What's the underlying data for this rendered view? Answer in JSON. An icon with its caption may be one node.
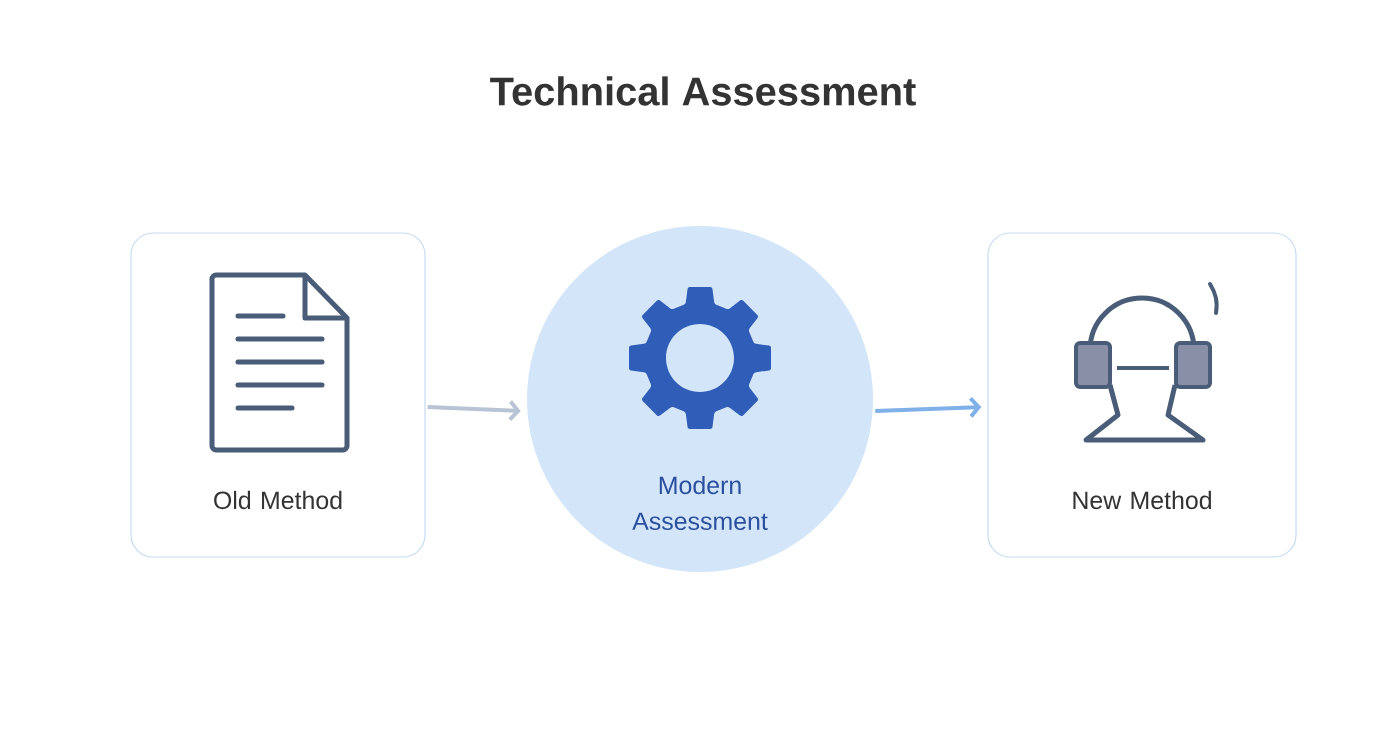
{
  "diagram": {
    "title": "Technical Assessment",
    "nodes": [
      {
        "text": [
          "Old Method"
        ]
      },
      {
        "text": [
          "Modern Assessment"
        ]
      },
      {
        "text": [
          "New Method"
        ]
      }
    ],
    "edges": [
      {
        "from": 0,
        "to": 1,
        "arrow": "to",
        "color": "#b8c4d6"
      },
      {
        "from": 1,
        "to": 2,
        "arrow": "to",
        "color": "#7fb0e8"
      }
    ]
  }
}
